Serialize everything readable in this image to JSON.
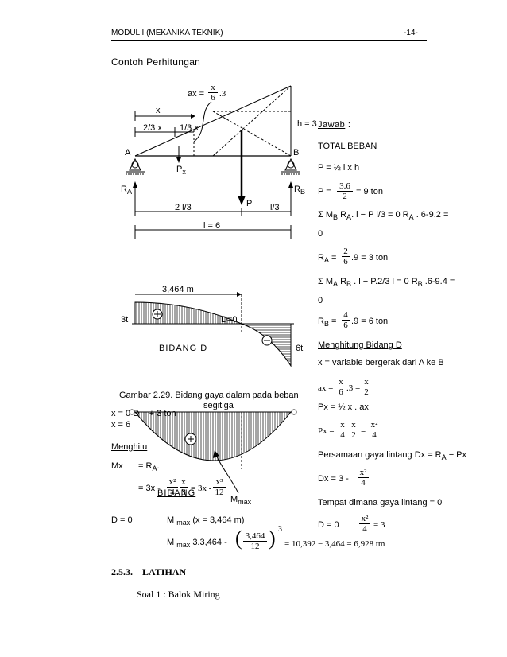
{
  "header": {
    "left": "MODUL I (MEKANIKA TEKNIK)",
    "right": "-14-"
  },
  "section_title": "Contoh Perhitungan",
  "diagram": {
    "ax_label": "ax =",
    "ax_frac_num": "x",
    "ax_frac_den": "6",
    "ax_frac_tail": ".3",
    "x_label": "x",
    "two_third_x": "2/3 x",
    "one_third_x": "1/3 x",
    "h_label": "h = 3",
    "A": "A",
    "B": "B",
    "Px": "P",
    "Px_sub": "x",
    "RA": "R",
    "RA_sub": "A",
    "RB": "R",
    "RB_sub": "B",
    "P": "P",
    "two_l3": "2  l/3",
    "l3": "l/3",
    "l6": "l = 6",
    "dim_3464": "3,464 m",
    "t3": "3t",
    "D0": "D=0",
    "t6": "6t",
    "bidang_d": "BIDANG D",
    "caption": "Gambar 2.29. Bidang gaya dalam pada beban",
    "caption2": "segitiga",
    "bidang_m": "BIDANG",
    "mmax": "M",
    "mmax_sub": "max"
  },
  "left_text": {
    "x0": "x = 0 ",
    "x0_tail": "D = + 3 ton",
    "x6": "x = 6 ",
    "menghit": "Menghitu",
    "mx_label": "Mx",
    "mx_eq": "= R",
    "mx_sub": "A",
    "mx_tail": ".",
    "mx2": "= 3x -",
    "f1_num": "x²",
    "f1_den": "4",
    "f2_num": "x",
    "f2_den": "3",
    "mx2_mid": "= 3x -",
    "f3_num": "x³",
    "f3_den": "12",
    "d0": "D = 0 ",
    "mmax1": "M",
    "mmax1_sub": "max",
    "mmax1_tail": "(x = 3,464 m)",
    "mmax2": "M",
    "mmax2_sub": "max",
    "mmax2_mid": "3.3,464 -",
    "mmax2_frac_num": "3,464",
    "mmax2_frac_den": "12",
    "mmax2_exp": "3",
    "mmax2_tail": "= 10,392 − 3,464 = 6,928 tm"
  },
  "right_text": {
    "jawab": "Jawab",
    "jawab_colon": " :",
    "total": "TOTAL BEBAN",
    "p1": "P = ½ l x h",
    "p2_pre": "P =",
    "p2_num": "3.6",
    "p2_den": "2",
    "p2_tail": "= 9 ton",
    "smb": "Σ M",
    "smb_sub": "B",
    "smb_tail": " R",
    "smb_sub2": "A",
    "smb_tail2": ". l − P  l/3 = 0  R",
    "smb_sub3": "A",
    "smb_tail3": " . 6-9.2 =",
    "zero1": "0",
    "ra_pre": "R",
    "ra_sub": "A",
    "ra_eq": " =",
    "ra_num": "2",
    "ra_den": "6",
    "ra_tail": ".9 = 3 ton",
    "sma": "Σ M",
    "sma_sub": "A",
    "sma_tail": " R",
    "sma_sub2": "B",
    "sma_tail2": " . l − P.2/3 l = 0  R",
    "sma_sub3": "B",
    "sma_tail3": " .6-9.4 =",
    "zero2": "0",
    "rb_pre": "R",
    "rb_sub": "B",
    "rb_eq": " =",
    "rb_num": "4",
    "rb_den": "6",
    "rb_tail": ".9 = 6 ton",
    "mbd": "Menghitung Bidang D",
    "xvar": "x = variable bergerak dari A ke B",
    "ax_pre": "ax =",
    "ax_n1": "x",
    "ax_d1": "6",
    "ax_mid": ".3 =",
    "ax_n2": "x",
    "ax_d2": "2",
    "px1": "Px = ½ x . ax",
    "px2_pre": "Px =",
    "px2_n1": "x",
    "px2_d1": "4",
    "px2_n2": "x",
    "px2_d2": "2",
    "px2_eq": "=",
    "px2_n3": "x²",
    "px2_d3": "4",
    "pgl": "Persamaan gaya lintang  Dx = R",
    "pgl_sub": "A",
    "pgl_tail": " − Px",
    "dx_pre": "Dx = 3 -",
    "dx_num": "x²",
    "dx_den": "4",
    "tempat": "Tempat dimana gaya lintang = 0",
    "d0_pre": "D = 0 ",
    "d0_num": "x²",
    "d0_den": "4",
    "d0_tail": "= 3"
  },
  "latihan": {
    "num": "2.5.3.",
    "title": "LATIHAN",
    "soal": "Soal 1 : Balok Miring"
  }
}
